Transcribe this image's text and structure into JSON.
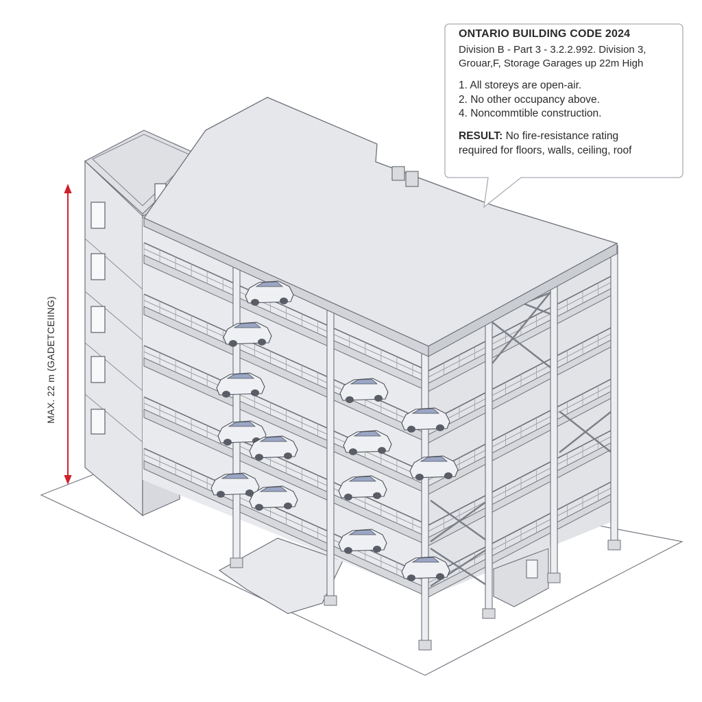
{
  "callout": {
    "title": "ONTARIO BUILDING CODE 2024",
    "reference_line_1": "Division B - Part 3 - 3.2.2.992. Division 3,",
    "reference_line_2": "Grouar,F, Storage Garages up 22m High",
    "conditions": [
      "1. All storeys are open-air.",
      "2. No other occupancy above.",
      "4. Noncommtible construction."
    ],
    "result_label": "RESULT:",
    "result_text": "No fire-resistance rating required for floors, walls, ceiling, roof"
  },
  "dimension": {
    "label": "MAX. 22 m (GADETCEIING)",
    "color": "#d0202a"
  },
  "colors": {
    "structure": "#e4e6ea",
    "roof": "#e2e3e6",
    "line": "#6e7079",
    "car": "#eef0f4",
    "car_glass": "#9aa6c4"
  }
}
